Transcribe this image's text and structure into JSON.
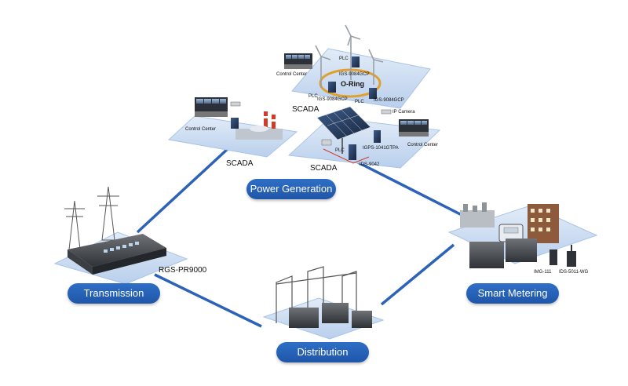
{
  "stages": {
    "power_generation": "Power Generation",
    "transmission": "Transmission",
    "distribution": "Distribution",
    "smart_metering": "Smart Metering"
  },
  "labels": {
    "scada_left": "SCADA",
    "scada_top": "SCADA",
    "scada_mid": "SCADA",
    "control_center_left": "Control Center",
    "control_center_top": "Control Center",
    "control_center_right": "Control Center",
    "plc_top": "PLC",
    "plc_ring_left": "PLC",
    "plc_ring_bottom": "PLC",
    "plc_solar": "PLC",
    "igs_top": "IGS-9084GCP",
    "igs_left": "IGS-9084GCP",
    "igs_right": "IGS-9084GCP",
    "o_ring": "O-Ring",
    "ip_camera": "IP Camera",
    "igps": "IGPS-1041GTPA",
    "ids_9042": "IDS-9042",
    "rgs": "RGS-PR9000",
    "img": "IMG-111",
    "ids_5011": "IDS-5011-WG"
  },
  "colors": {
    "connector": "#2c63b8",
    "pill": "#2464b4",
    "platform_top": "#cfe0f5",
    "platform_edge": "#a9c4e6",
    "ring": "#e0a030"
  }
}
